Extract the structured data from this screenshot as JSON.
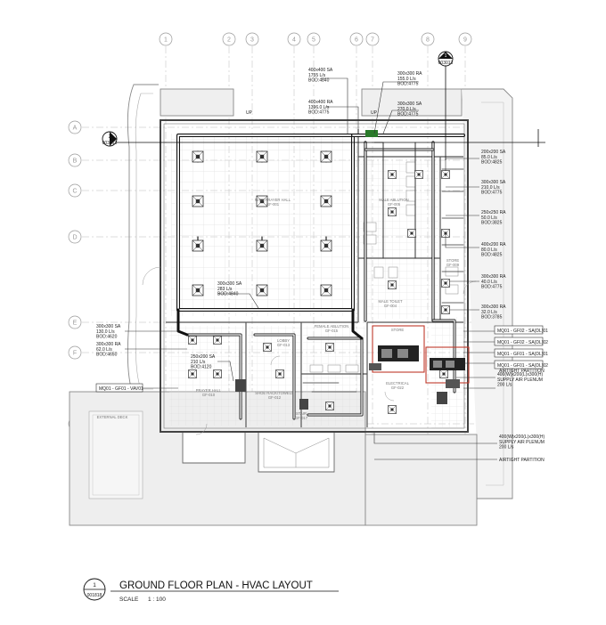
{
  "title": {
    "sheet_number": "1",
    "sheet_code": "001818",
    "name": "GROUND FLOOR PLAN - HVAC LAYOUT",
    "scale_label": "SCALE",
    "scale_value": "1 : 100"
  },
  "grid_columns": [
    "1",
    "2",
    "3",
    "4",
    "5",
    "6",
    "7",
    "8",
    "9"
  ],
  "grid_rows": [
    "A",
    "B",
    "C",
    "D",
    "E",
    "F",
    "G"
  ],
  "section_markers": [
    {
      "number": "1",
      "sheet": "003013"
    },
    {
      "number": "2",
      "sheet": "003013"
    }
  ],
  "rooms": {
    "main_prayer_hall": "MAIN PRAYER HALL\nGF-001",
    "male_ablution": "MALE ABLUTION\nGF-005",
    "prayer_hall": "PRAYER HALL\nGF-010",
    "shoe_rack": "SHOE RACK/TOWELS\nGF-012",
    "electrical": "ELECTRICAL\nGF-022",
    "store": "STORE",
    "female_ablution": "FEMALE ABLUTION\nGF-015",
    "male_toilet": "MALE TOILET\nGF-004",
    "store_small": "STORE\nGF-009",
    "lobby": "LOBBY\nGF-013",
    "stair": "STAIR\nGF-017",
    "external_deck": "EXTERNAL DECK"
  },
  "callouts": {
    "sa_400": "400x400 SA\n1755 L/s\nBOD:4840",
    "ra_400": "400x400 RA\n1396.0 L/s\nBOD:4775",
    "ra_300_top": "300x300 RA\n155.0 L/s\nBOD:4775",
    "sa_300_top": "300x300 SA\n270.0 L/s\nBOD:4775",
    "sa_200_r1": "200x200 SA\n85.0 L/s\nBOD:4825",
    "sa_300_r2": "300x300 SA\n210.0 L/s\nBOD:4775",
    "ra_250_r3": "250x250 RA\n50.0 L/s\nBOD:3825",
    "ra_200_r4": "400x200 RA\n80.0 L/s\nBOD:4825",
    "ra_300_r5": "300x300 RA\n40.0 L/s\nBOD:4775",
    "ra_300_r6": "300x300 RA\n32.0 L/s\nBOD:3785",
    "sa_300_center": "300x300 SA\n283 L/s\nBOD:4840",
    "sa_300_left": "300x300 SA\n130.0 L/s\nBOD:4620",
    "ra_300_left": "300x300 RA\n62.0 L/s\nBOD:4650",
    "sa_250_left": "250x200 SA\n210 L/s\nBOD:4120",
    "plenum_1": "400(W)x200(L)x300(H)\nSUPPLY AIR PLENUM\n200 L/s",
    "plenum_2": "400(W)x200(L)x300(H)\nSUPPLY AIR PLENUM\n200 L/s",
    "airtight_1": "AIRTIGHT PARTITION",
    "airtight_2": "AIRTIGHT PARTITION"
  },
  "unit_tags": [
    "MQ01 - GF02 - SA(DL)01",
    "MQ01 - GF02 - SA(DL)02",
    "MQ01 - GF01 - SA(DL)01",
    "MQ01 - GF01 - SA(DL)02"
  ],
  "left_tag": "MQ01 - GF01 - VAV01",
  "up_labels": [
    "UP",
    "UP"
  ]
}
